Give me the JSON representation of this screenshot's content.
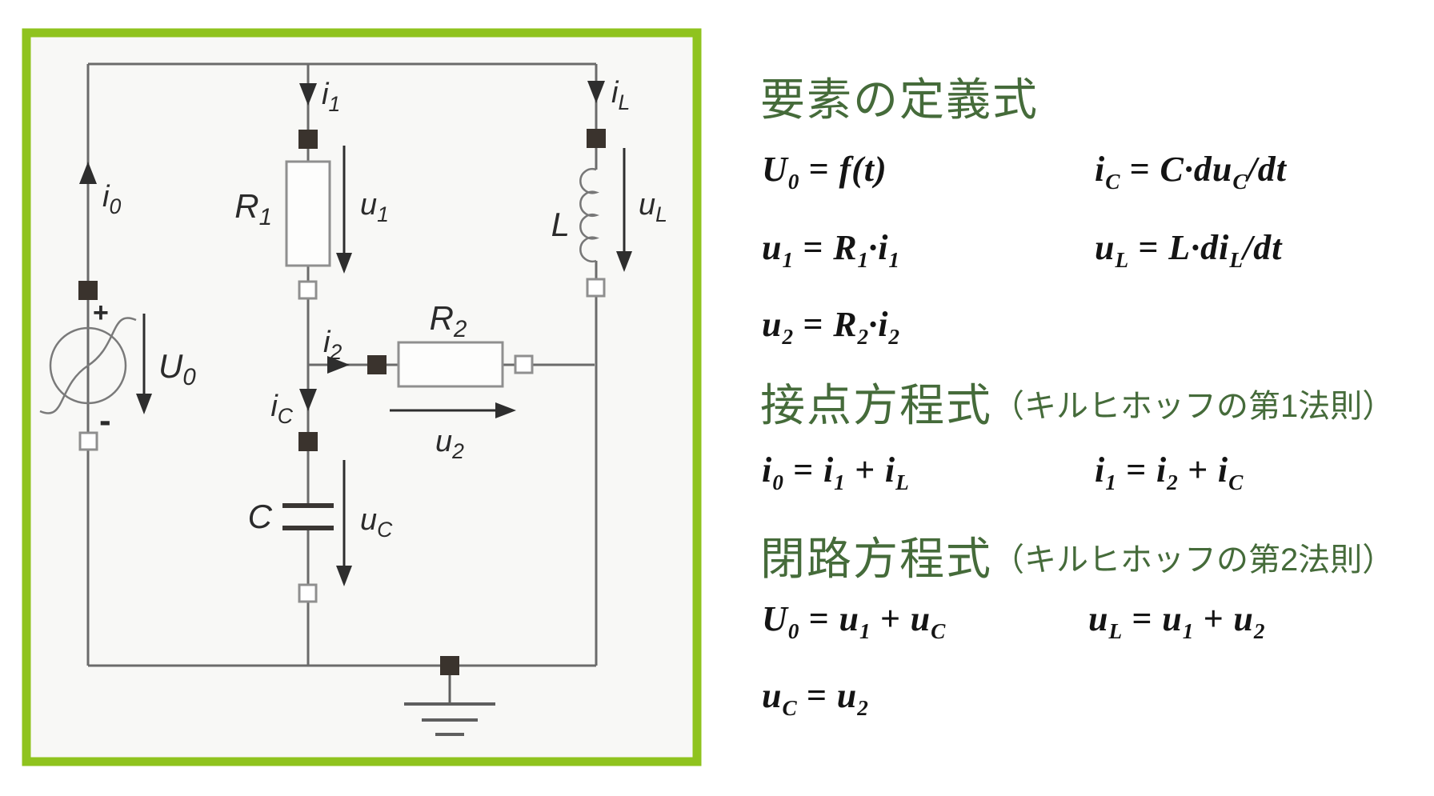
{
  "colors": {
    "frame_green": "#8fc31e",
    "heading_green": "#456b3a",
    "panel_bg": "#f8f8f6"
  },
  "circuit": {
    "labels": {
      "i0": "i_0",
      "i1": "i_1",
      "iL": "i_L",
      "i2": "i_2",
      "iC": "i_C",
      "R1": "R_1",
      "R2": "R_2",
      "L": "L",
      "C": "C",
      "U0": "U_0",
      "u1": "u_1",
      "u2": "u_2",
      "uL": "u_L",
      "uC": "u_C",
      "plus": "+",
      "minus": "-"
    }
  },
  "sections": [
    {
      "title": "要素の定義式",
      "paren": "",
      "rows": [
        [
          "U_0 = f(t)",
          "i_C = C·du_C/dt"
        ],
        [
          "u_1 = R_1·i_1",
          "u_L = L·di_L/dt"
        ],
        [
          "u_2 = R_2·i_2",
          ""
        ]
      ]
    },
    {
      "title": "接点方程式",
      "paren": "（キルヒホッフの第1法則）",
      "rows": [
        [
          "i_0 = i_1 + i_L",
          "i_1 = i_2 + i_C"
        ]
      ]
    },
    {
      "title": "閉路方程式",
      "paren": "（キルヒホッフの第2法則）",
      "rows": [
        [
          "U_0 = u_1 + u_C",
          "u_L = u_1 + u_2"
        ],
        [
          "u_C = u_2",
          ""
        ]
      ]
    }
  ]
}
